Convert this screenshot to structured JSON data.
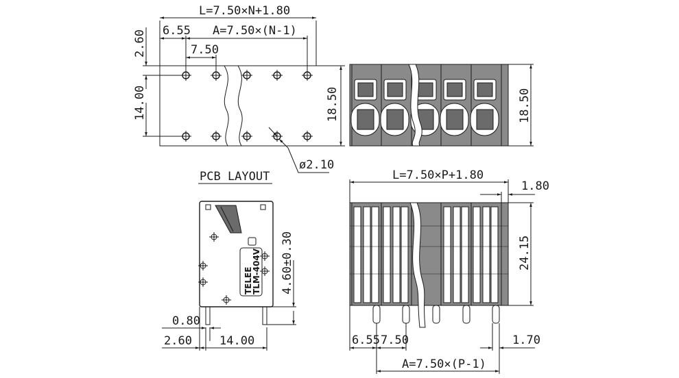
{
  "top_view": {
    "length_dim": "L=7.50×N+1.80",
    "pitch_offset_dim": "6.55",
    "span_dim": "A=7.50×(N-1)",
    "pitch_dim": "7.50",
    "edge_dim": "2.60",
    "row_spacing_dim": "14.00",
    "height_dim": "18.50",
    "hole_dim": "ø2.10",
    "layout_label": "PCB LAYOUT"
  },
  "top_right_view": {
    "height_dim": "18.50"
  },
  "side_view": {
    "marking_line1": "TELEE",
    "marking_line2": "TLM-404V",
    "pin_width_dim": "0.80",
    "pin_offset_dim": "2.60",
    "pin_spacing_dim": "14.00",
    "pin_height_dim": "4.60±0.30"
  },
  "front_view": {
    "length_dim": "L=7.50×P+1.80",
    "end_dim": "1.80",
    "height_dim": "24.15",
    "pitch_offset_dim": "6.55",
    "pitch_dim": "7.50",
    "pin_dim": "1.70",
    "span_dim": "A=7.50×(P-1)"
  }
}
